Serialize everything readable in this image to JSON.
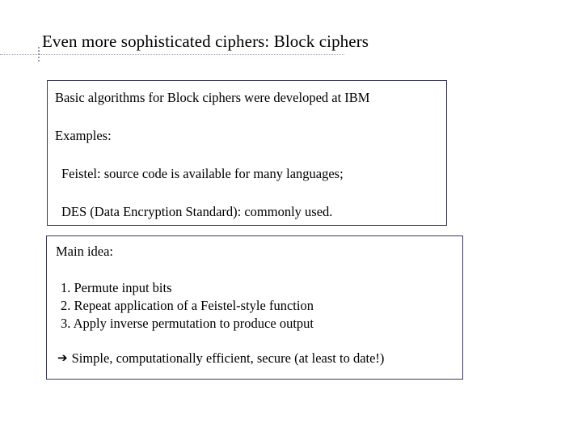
{
  "slide": {
    "title": "Even more sophisticated ciphers: Block ciphers",
    "background_color": "#ffffff",
    "text_color": "#000000",
    "box_border_color": "#3a3a5e",
    "rule_color": "#9a9ab0",
    "upper_box": {
      "lines": [
        "Basic algorithms for Block ciphers were developed at IBM",
        "Examples:",
        "Feistel: source code is available for many languages;",
        "DES (Data Encryption Standard): commonly used."
      ]
    },
    "lower_box": {
      "heading": "Main idea:",
      "steps": [
        "1. Permute input bits",
        "2. Repeat application of a Feistel-style function",
        "3. Apply inverse permutation to produce output"
      ],
      "conclusion_arrow": "➔",
      "conclusion": "Simple, computationally efficient, secure (at least to date!)"
    }
  }
}
